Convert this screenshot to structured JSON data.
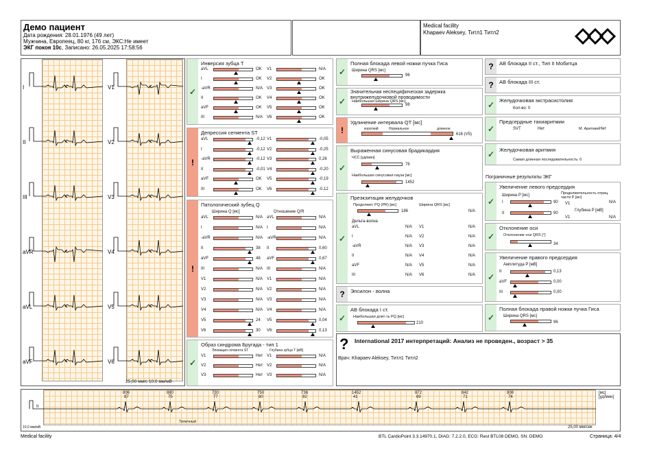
{
  "patient": {
    "name": "Демо пациент",
    "dob": "Дата рождения: 28.01.1976 (49 лет)",
    "details": "Мужчина, Европеец, 80 кг, 176 см, ЭКС:Не имеет",
    "ecg_label": "ЭКГ покоя 10с",
    "recorded": ", Записано: 26.05.2025 17:58:56"
  },
  "facility": {
    "name": "Medical facility",
    "doctor": "Khapaev Aleksey, Титл1 Титл2"
  },
  "leads_left": [
    "I",
    "II",
    "III",
    "aVR",
    "aVL",
    "aVF"
  ],
  "leads_right": [
    "V1",
    "V2",
    "V3",
    "V4",
    "V5",
    "V6"
  ],
  "ecg_scale": "25,00 мм/с 10,0 мм/мВ",
  "col1": {
    "t_inv": {
      "title": "Инверсия зубца T",
      "rows": [
        [
          "aVL",
          "OK",
          "V1",
          "N/A"
        ],
        [
          "I",
          "OK",
          "V2",
          "OK"
        ],
        [
          "-aVR",
          "N/A",
          "V3",
          "OK"
        ],
        [
          "II",
          "OK",
          "V4",
          "OK"
        ],
        [
          "aVF",
          "OK",
          "V5",
          "OK"
        ],
        [
          "III",
          "N/A",
          "V6",
          "OK"
        ]
      ]
    },
    "st_dep": {
      "title": "Депрессия сегмента ST",
      "rows": [
        [
          "aVL",
          "-0,12",
          "V1",
          "-0,05"
        ],
        [
          "I",
          "-0,12",
          "V2",
          "-0,25"
        ],
        [
          "-aVR",
          "-0,12",
          "V3",
          "0,26"
        ],
        [
          "II",
          "-0,01",
          "V4",
          "-0,20"
        ],
        [
          "aVF",
          "OK",
          "V5",
          "-0,19"
        ],
        [
          "III",
          "OK",
          "V6",
          "-0,12"
        ]
      ]
    },
    "path_q": {
      "title": "Патологический зубец Q",
      "h1": "Ширина Q [мс]",
      "h2": "Отношение Q/R",
      "rows": [
        [
          "aVL",
          "N/A",
          "aVL",
          "N/A"
        ],
        [
          "I",
          "N/A",
          "I",
          "N/A"
        ],
        [
          "-aVR",
          "N/A",
          "-aVR",
          "N/A"
        ],
        [
          "II",
          "38",
          "II",
          "0,60"
        ],
        [
          "aVF",
          "48",
          "aVF",
          "0,67"
        ],
        [
          "III",
          "N/A",
          "III",
          "N/A"
        ],
        [
          "V1",
          "N/A",
          "V1",
          "N/A"
        ],
        [
          "V2",
          "N/A",
          "V2",
          "N/A"
        ],
        [
          "V3",
          "N/A",
          "V3",
          "N/A"
        ],
        [
          "V4",
          "N/A",
          "V4",
          "N/A"
        ],
        [
          "V5",
          "24",
          "V5",
          "0,04"
        ],
        [
          "V6",
          "30",
          "V6",
          "0,13"
        ]
      ]
    },
    "brugada": {
      "title": "Образ синдрома Бругада - тип 1",
      "h1": "Элевация сегмента ST",
      "h2": "Глубина зубца T [мВ]",
      "rows": [
        [
          "V1",
          "Нет",
          "V1",
          "N/A"
        ],
        [
          "V2",
          "Нет",
          "V2",
          "N/A"
        ],
        [
          "V3",
          "Нет",
          "V3",
          "N/A"
        ]
      ]
    }
  },
  "col2": {
    "lbbb": {
      "title": "Полная блокада левой ножки пучка Гиса",
      "sub": "Ширина QRS [мс]",
      "val": "96"
    },
    "ivcd": {
      "title": "Значительная неспецифическая задержка внутрижелудочковой проводимости",
      "sub": "Наибольшая ширина QRS [мс]",
      "val": "98"
    },
    "qt": {
      "title": "Удлинение интервала QT [мс]",
      "l1": "короткий",
      "l2": "Нормальное",
      "l3": "длинное",
      "val": "616 (V5)"
    },
    "brady": {
      "title": "Выраженная синусовая брадикардия",
      "sub1": "ЧСС [уд/мин]",
      "v1": "76",
      "sub2": "Наибольшая синусовая пауза [мс]",
      "v2": "1452"
    },
    "preex": {
      "title": "Преэкзитация желудочков",
      "h1": "Продолжит. PQ (PR) [мс]",
      "v1": "186",
      "h2": "Ширина QRS [мс]",
      "v2": "N/A",
      "delta": "Дельта-волна",
      "rows": [
        [
          "aVL",
          "N/A",
          "V1",
          "N/A"
        ],
        [
          "I",
          "N/A",
          "V2",
          "N/A"
        ],
        [
          "-aVR",
          "N/A",
          "V3",
          "N/A"
        ],
        [
          "II",
          "N/A",
          "V4",
          "N/A"
        ],
        [
          "aVF",
          "N/A",
          "V5",
          "N/A"
        ],
        [
          "III",
          "N/A",
          "V6",
          "N/A"
        ]
      ]
    },
    "eps": {
      "title": "Эпсилон - волна"
    },
    "av1": {
      "title": "АВ блокада I ст.",
      "sub": "Наибольшая длит-ть PQ [мс]",
      "val": "210"
    }
  },
  "col3": {
    "av2": {
      "title": "АВ блокада II ст., Тип II Мобитца"
    },
    "av3": {
      "title": "АВ блокада III ст."
    },
    "pvc": {
      "title": "Желудочковая экстрасистолия",
      "sub": "Кол-во: 0"
    },
    "sv": {
      "title": "Предсердные тахиаритмии",
      "a": "SVT",
      "b": "Нет",
      "c": "М. Аритмия",
      "d": "Нет"
    },
    "va": {
      "title": "Желудочковая аритмия",
      "sub": "Самая длинная последовательность: 0"
    },
    "border": "Пограничные результаты ЭКГ",
    "lae": {
      "title": "Увеличение левого предсердия",
      "h1": "Ширина P [мс]",
      "h2": "Продолжительность отриц. части P [мс]",
      "r1l": "I",
      "r1v": "90",
      "r1r": "V1",
      "r1rv": "N/A",
      "h3": "Глубина P [мВ]",
      "r2l": "II",
      "r2v": "90",
      "r2r": "V1",
      "r2rv": "N/A"
    },
    "axis": {
      "title": "Отклонение оси",
      "sub": "Отклонение оси QRS [°]",
      "val": "34"
    },
    "rae": {
      "title": "Увеличение правого предсердия",
      "sub": "Амплитуда P [мВ]",
      "rows": [
        [
          "II",
          "0,13"
        ],
        [
          "aVF",
          "0,00"
        ],
        [
          "III",
          "0,00"
        ]
      ]
    },
    "rbbb": {
      "title": "Полная блокада правой ножки пучка Гиса",
      "sub": "Ширина QRS [мс]",
      "val": "96"
    }
  },
  "interp": {
    "title": "International 2017 интерпретаций: Анализ не проведен., возраст > 35",
    "doctor": "Врач: Khapaev Aleksey, Титл1 Титл2"
  },
  "rhythm": {
    "lead": "II",
    "intervals": [
      [
        "806",
        "87"
      ],
      [
        "880",
        "75"
      ],
      [
        "730",
        "77"
      ],
      [
        "750",
        "80"
      ],
      [
        "736",
        "82"
      ],
      [
        "1452",
        "41"
      ],
      [
        "872",
        "69"
      ],
      [
        "842",
        "71"
      ],
      [
        "808",
        "74"
      ]
    ],
    "units1": "[мс]",
    "units2": "[уд/мин]",
    "scale": "10,0 мм/мВ",
    "speed": "25,00 мм/сек",
    "tag": "Типичный"
  },
  "footer": {
    "left": "Medical facility",
    "center": "BTL CardioPoint 3.3.14970.1, DIAG: 7.2.2.0, ECG: Rest BTL08 DEMO, SN: DEMO",
    "right": "Страница: 4/4"
  },
  "colors": {
    "bar": "#e8907c",
    "ok": "#d8f0d8",
    "bad": "#f2a08a",
    "grid": "#f4c98a"
  }
}
